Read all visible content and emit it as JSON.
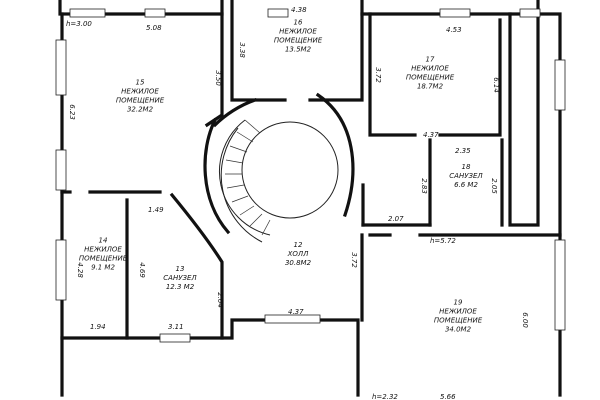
{
  "rooms": [
    {
      "number": "15",
      "name": "НЕЖИЛОЕ\nПОМЕЩЕНИЕ",
      "area": "32.2М2"
    },
    {
      "number": "16",
      "name": "НЕЖИЛОЕ\nПОМЕЩЕНИЕ",
      "area": "13.5М2"
    },
    {
      "number": "17",
      "name": "НЕЖИЛОЕ\nПОМЕЩЕНИЕ",
      "area": "18.7М2"
    },
    {
      "number": "18",
      "name": "САНУЗЕЛ",
      "area": "6.6 М2"
    },
    {
      "number": "12",
      "name": "ХОЛЛ",
      "area": "30.8М2"
    },
    {
      "number": "14",
      "name": "НЕЖИЛОЕ\nПОМЕЩЕНИЕ",
      "area": "9.1 М2"
    },
    {
      "number": "13",
      "name": "САНУЗЕЛ",
      "area": "12.3 М2"
    },
    {
      "number": "19",
      "name": "НЕЖИЛОЕ\nПОМЕЩЕНИЕ",
      "area": "34.0М2"
    }
  ],
  "dimensions": [
    {
      "text": "h=3.00",
      "rot": 0
    },
    {
      "text": "5.08",
      "rot": 0
    },
    {
      "text": "3.50",
      "rot": 90
    },
    {
      "text": "6.23",
      "rot": 90
    },
    {
      "text": "4.38",
      "rot": 0
    },
    {
      "text": "3.38",
      "rot": 90
    },
    {
      "text": "4.53",
      "rot": 0
    },
    {
      "text": "3.72",
      "rot": 90
    },
    {
      "text": "6.14",
      "rot": 90
    },
    {
      "text": "4.37",
      "rot": 0
    },
    {
      "text": "2.35",
      "rot": 0
    },
    {
      "text": "2.83",
      "rot": 90
    },
    {
      "text": "2.05",
      "rot": 90
    },
    {
      "text": "2.07",
      "rot": 0
    },
    {
      "text": "1.49",
      "rot": 0
    },
    {
      "text": "h=5.72",
      "rot": 0
    },
    {
      "text": "3.72",
      "rot": 90
    },
    {
      "text": "4.28",
      "rot": 90
    },
    {
      "text": "4.69",
      "rot": 90
    },
    {
      "text": "2.04",
      "rot": 90
    },
    {
      "text": "1.94",
      "rot": 0
    },
    {
      "text": "3.11",
      "rot": 0
    },
    {
      "text": "4.37",
      "rot": 0
    },
    {
      "text": "6.00",
      "rot": 90
    },
    {
      "text": "h=2.32",
      "rot": 0
    },
    {
      "text": "5.66",
      "rot": 0
    }
  ]
}
